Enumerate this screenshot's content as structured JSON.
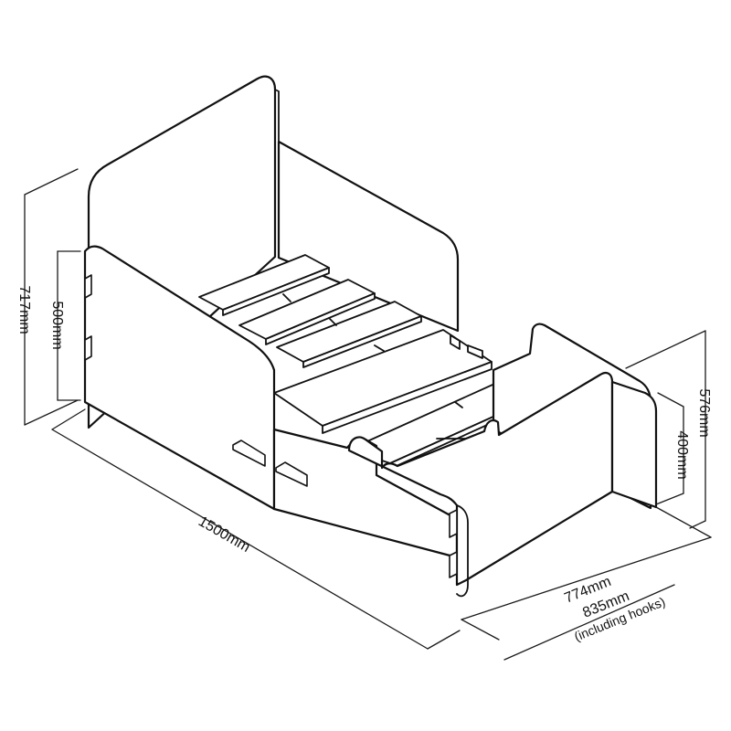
{
  "dimensions": {
    "height_total": "717mm",
    "height_side": "500mm",
    "length": "1500mm",
    "height_foot_total": "576mm",
    "height_foot": "400mm",
    "width": "774mm",
    "width_hooks": "835mm",
    "width_hooks_note": "(including hooks)"
  }
}
